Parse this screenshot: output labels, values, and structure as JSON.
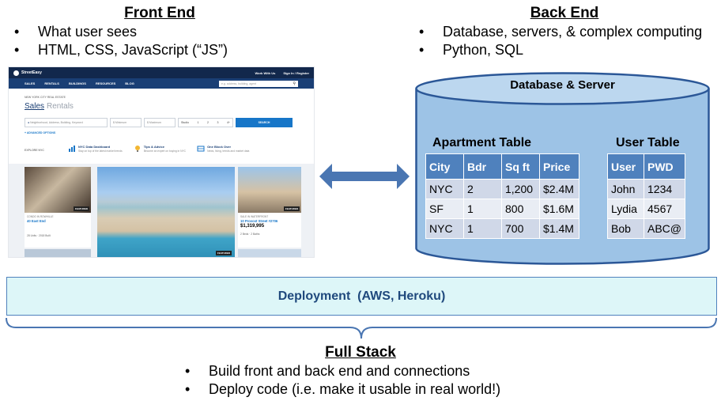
{
  "front_end": {
    "title": "Front End",
    "bullets": [
      "What user sees",
      "HTML, CSS, JavaScript (“JS”)"
    ]
  },
  "back_end": {
    "title": "Back End",
    "bullets": [
      "Database, servers, & complex computing",
      "Python, SQL"
    ]
  },
  "website": {
    "logo": "StreetEasy",
    "top_links": [
      "Work With Us",
      "Sign In / Register"
    ],
    "nav": [
      "SALES",
      "RENTALS",
      "BUILDINGS",
      "RESOURCES",
      "BLOG"
    ],
    "nav_search_placeholder": "e.g. address, building, agent",
    "breadcrumb": "NEW YORK CITY REAL ESTATE",
    "tab_sales": "Sales",
    "tab_rentals": "Rentals",
    "search_placeholder": "Neighborhood, Address, Building, Keyword",
    "min_placeholder": "$ Minimum",
    "max_placeholder": "$ Maximum",
    "bed_options": [
      "Studio",
      "1",
      "2",
      "3",
      "4+"
    ],
    "search_button": "SEARCH",
    "advanced": "+ ADVANCED OPTIONS",
    "explore_label": "EXPLORE NYC",
    "features": [
      {
        "title": "NYC Data Dashboard",
        "sub": "Stay on top of the latest market trends"
      },
      {
        "title": "Tips & Advice",
        "sub": "Become an expert on buying in NYC"
      },
      {
        "title": "One Block Over",
        "sub": "News, living, trends and market data"
      }
    ],
    "featured_badge": "FEATURED",
    "card_left": {
      "kicker": "CONDO IN ROWHILLE",
      "name": "40 East End",
      "details": "28 Units · 2018 Built"
    },
    "card_right": {
      "kicker": "SALE IN WATERFRONT",
      "name": "10 Provost Street #2706",
      "price": "$1,319,995",
      "details": "2 Beds · 2 Baths"
    }
  },
  "database": {
    "title": "Database & Server",
    "apartment_table": {
      "title": "Apartment Table",
      "headers": [
        "City",
        "Bdr",
        "Sq ft",
        "Price"
      ],
      "rows": [
        [
          "NYC",
          "2",
          "1,200",
          "$2.4M"
        ],
        [
          "SF",
          "1",
          "800",
          "$1.6M"
        ],
        [
          "NYC",
          "1",
          "700",
          "$1.4M"
        ]
      ]
    },
    "user_table": {
      "title": "User Table",
      "headers": [
        "User",
        "PWD"
      ],
      "rows": [
        [
          "John",
          "1234"
        ],
        [
          "Lydia",
          "4567"
        ],
        [
          "Bob",
          "ABC@"
        ]
      ]
    }
  },
  "deployment": {
    "label": "Deployment  (AWS, Heroku)"
  },
  "full_stack": {
    "title": "Full Stack",
    "bullets": [
      "Build front and back end and connections",
      "Deploy code (i.e. make it usable in real world!)"
    ]
  },
  "colors": {
    "table_header": "#4f81bd",
    "db_fill": "#9dc3e6",
    "deploy_fill": "#ddf6f8",
    "arrow": "#4a76b2"
  }
}
